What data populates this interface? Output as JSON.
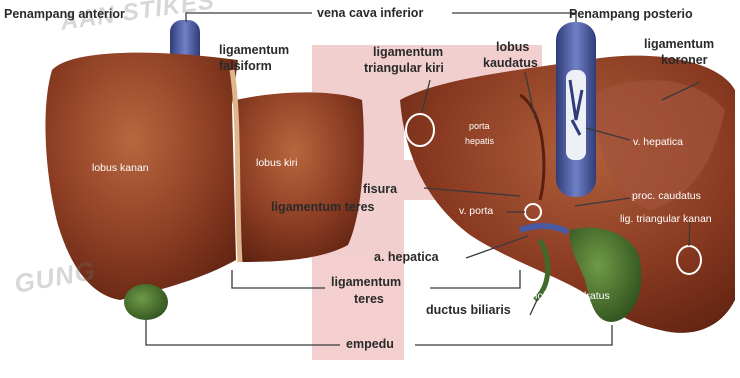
{
  "labels": {
    "penampang_anterior": "Penampang anterior",
    "vena_cava_inferior": "vena cava inferior",
    "penampang_posterior": "Penampang posterio",
    "ligamentum_koroner_1": "ligamentum",
    "ligamentum_koroner_2": "koroner",
    "ligamentum_falsiform_1": "ligamentum",
    "ligamentum_falsiform_2": "falsiform",
    "ligamentum_triangular_kiri_1": "ligamentum",
    "ligamentum_triangular_kiri_2": "triangular kiri",
    "lobus_kaudatus_1": "lobus",
    "lobus_kaudatus_2": "kaudatus",
    "lobus_kanan": "lobus kanan",
    "lobus_kiri": "lobus kiri",
    "porta_hepatis_1": "porta",
    "porta_hepatis_2": "hepatis",
    "v_hepatica": "v. hepatica",
    "fisura_1": "fisura",
    "fisura_2": "ligamentum teres",
    "v_porta": "v. porta",
    "proc_caudatus": "proc. caudatus",
    "lig_triangular_kanan": "lig. triangular kanan",
    "a_hepatica": "a. hepatica",
    "ligamentum_teres_1": "ligamentum",
    "ligamentum_teres_2": "teres",
    "ductus_biliaris": "ductus biliaris",
    "lobus_quadratus": "lobus quadratus",
    "empedu": "empedu"
  },
  "watermark": {
    "top": "AAN STIKES",
    "left": "GUNG"
  },
  "colors": {
    "liver": "#8e3f26",
    "liver_light": "#b2613d",
    "liver_dark": "#6a2814",
    "vein": "#4a5aa0",
    "gallbladder": "#3f6a2c",
    "watermark_red": "#e8a6a6"
  }
}
